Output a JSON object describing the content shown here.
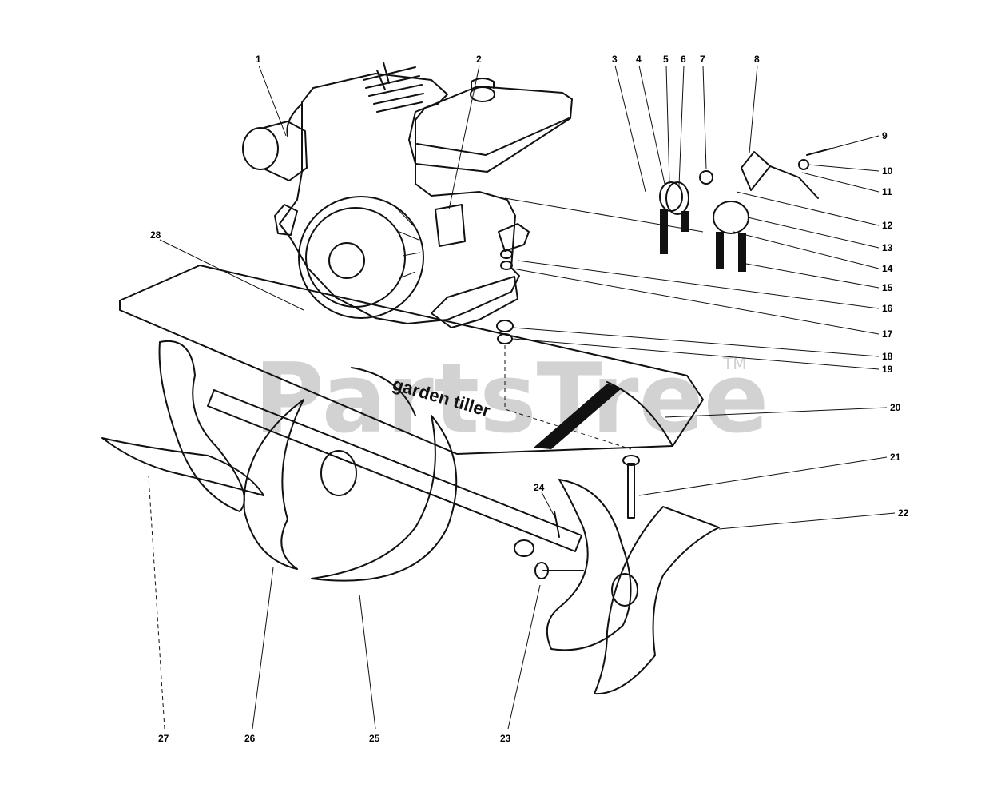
{
  "watermark": {
    "text": "PartsTree",
    "trademark": "TM"
  },
  "shroud_label": "garden tiller",
  "callouts": [
    {
      "id": "1",
      "label": "1"
    },
    {
      "id": "2",
      "label": "2"
    },
    {
      "id": "3",
      "label": "3"
    },
    {
      "id": "4",
      "label": "4"
    },
    {
      "id": "5",
      "label": "5"
    },
    {
      "id": "6",
      "label": "6"
    },
    {
      "id": "7",
      "label": "7"
    },
    {
      "id": "8",
      "label": "8"
    },
    {
      "id": "9",
      "label": "9"
    },
    {
      "id": "10",
      "label": "10"
    },
    {
      "id": "11",
      "label": "11"
    },
    {
      "id": "12",
      "label": "12"
    },
    {
      "id": "13",
      "label": "13"
    },
    {
      "id": "14",
      "label": "14"
    },
    {
      "id": "15",
      "label": "15"
    },
    {
      "id": "16",
      "label": "16"
    },
    {
      "id": "17",
      "label": "17"
    },
    {
      "id": "18",
      "label": "18"
    },
    {
      "id": "19",
      "label": "19"
    },
    {
      "id": "20",
      "label": "20"
    },
    {
      "id": "21",
      "label": "21"
    },
    {
      "id": "22",
      "label": "22"
    },
    {
      "id": "23",
      "label": "23"
    },
    {
      "id": "24",
      "label": "24"
    },
    {
      "id": "25",
      "label": "25"
    },
    {
      "id": "26",
      "label": "26"
    },
    {
      "id": "27",
      "label": "27"
    },
    {
      "id": "28",
      "label": "28"
    }
  ]
}
